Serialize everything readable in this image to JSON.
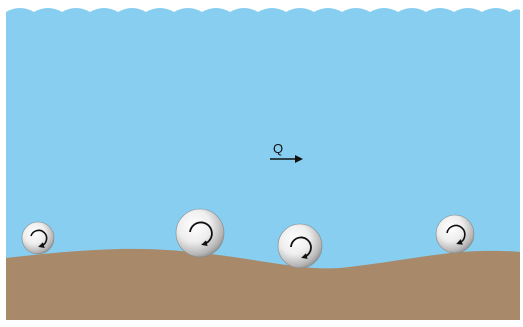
{
  "scene": {
    "flow_label": "Q",
    "colors": {
      "water": "#87CEF0",
      "bed": "#A8896A",
      "grain_fill": "#F2F2F2",
      "grain_shade": "#9A9A9A",
      "arrow": "#111111"
    },
    "grains": [
      {
        "id": "grain-1",
        "rotation": "clockwise"
      },
      {
        "id": "grain-2",
        "rotation": "clockwise"
      },
      {
        "id": "grain-3",
        "rotation": "clockwise"
      },
      {
        "id": "grain-4",
        "rotation": "clockwise"
      }
    ]
  }
}
